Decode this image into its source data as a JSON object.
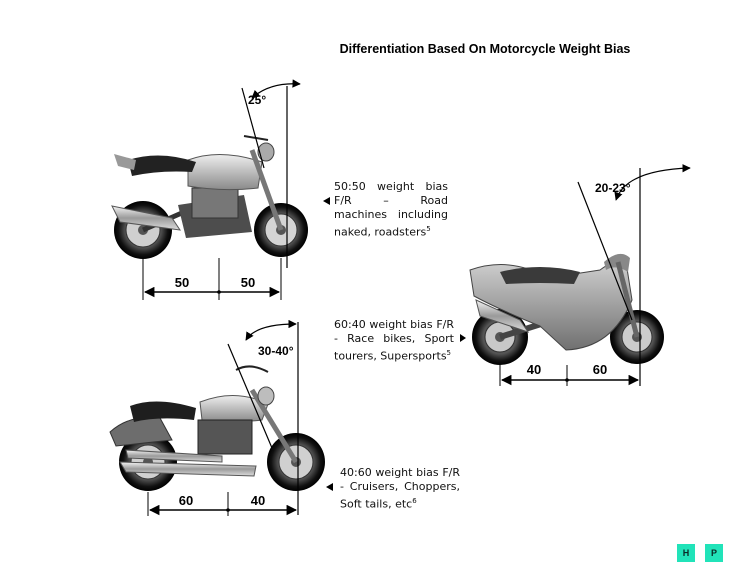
{
  "title": "Differentiation Based On Motorcycle Weight Bias",
  "sections": [
    {
      "angle": "25°",
      "ratio_left": "50",
      "ratio_right": "50",
      "description": "50:50 weight bias F/R – Road machines including naked, roadsters",
      "footnote": "5"
    },
    {
      "angle": "20-23°",
      "ratio_left": "40",
      "ratio_right": "60",
      "description": "60:40 weight bias F/R - Race bikes, Sport tourers, Supersports",
      "footnote": "5"
    },
    {
      "angle": "30-40°",
      "ratio_left": "60",
      "ratio_right": "40",
      "description": "40:60 weight bias F/R - Cruisers, Choppers, Soft tails, etc",
      "footnote": "6"
    }
  ],
  "nav": {
    "h_label": "H",
    "p_label": "P",
    "color": "#21e3b9"
  }
}
